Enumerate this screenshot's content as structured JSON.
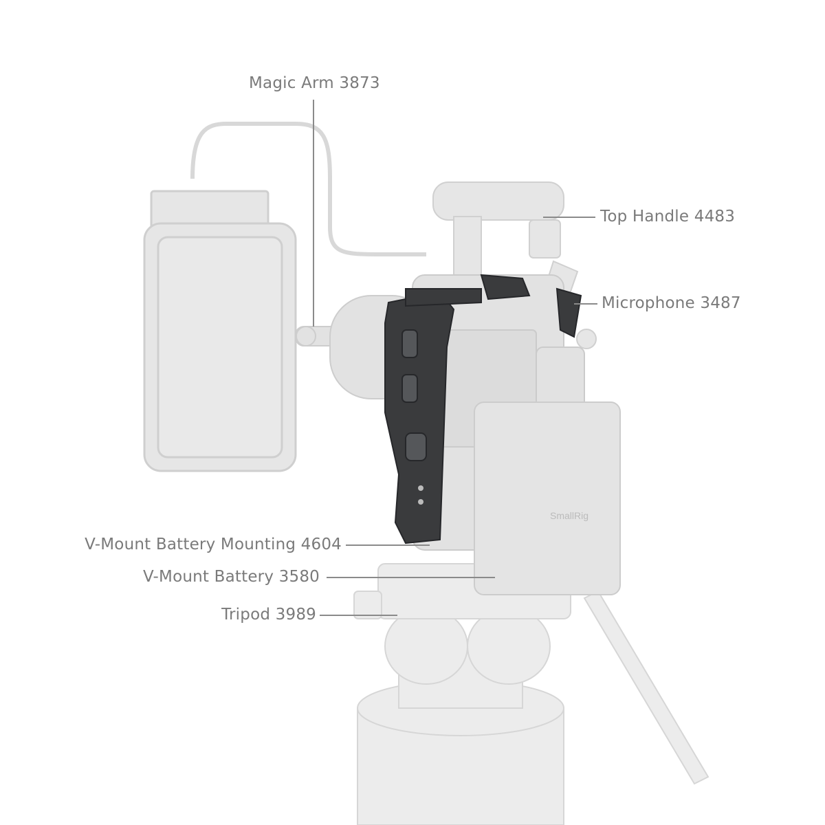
{
  "callouts": {
    "magic_arm": "Magic Arm 3873",
    "top_handle": "Top Handle 4483",
    "microphone": "Microphone 3487",
    "battery_mounting": "V-Mount Battery Mounting 4604",
    "battery": "V-Mount Battery 3580",
    "tripod": "Tripod 3989"
  },
  "colors": {
    "ghost": "#e4e4e4",
    "ghost_edge": "#cfcfcf",
    "cage": "#3a3b3d",
    "text": "#7a7a7a"
  }
}
